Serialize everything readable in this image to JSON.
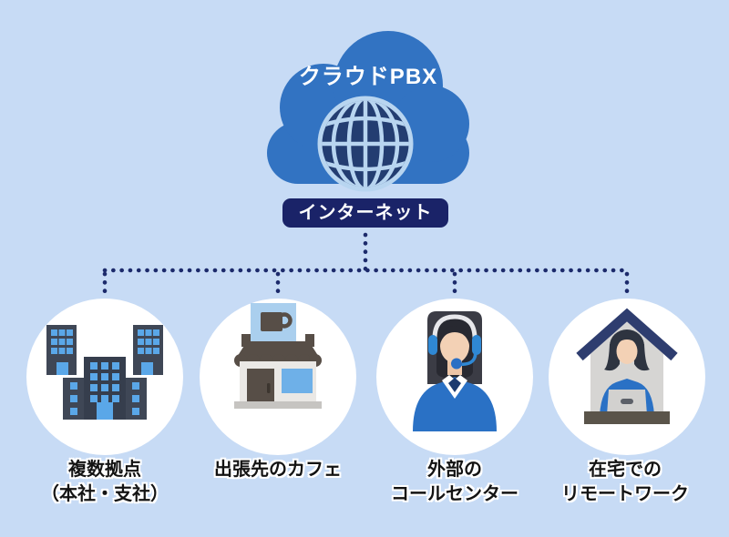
{
  "diagram": {
    "title": "クラウドPBX",
    "internet_label": "インターネット",
    "nodes": [
      {
        "id": "multi-site-offices",
        "icon": "office-buildings-icon",
        "label_line1": "複数拠点",
        "label_line2": "（本社・支社）"
      },
      {
        "id": "cafe-on-business-trip",
        "icon": "cafe-storefront-icon",
        "label_line1": "出張先のカフェ",
        "label_line2": ""
      },
      {
        "id": "external-call-center",
        "icon": "call-center-operator-icon",
        "label_line1": "外部の",
        "label_line2": "コールセンター"
      },
      {
        "id": "remote-work-at-home",
        "icon": "home-remote-worker-icon",
        "label_line1": "在宅での",
        "label_line2": "リモートワーク"
      }
    ],
    "colors": {
      "background": "#c7dbf5",
      "cloud_blue": "#3273c2",
      "globe_navy": "#233d71",
      "globe_lines": "#b8d5f0",
      "navy_badge": "#1a2368",
      "connector_dots": "#1c2a6b",
      "node_circle": "#ffffff",
      "label_text": "#131313",
      "window_blue": "#5aa7e8",
      "person_blue": "#2a71c5",
      "cafe_brown": "#574e47"
    }
  }
}
